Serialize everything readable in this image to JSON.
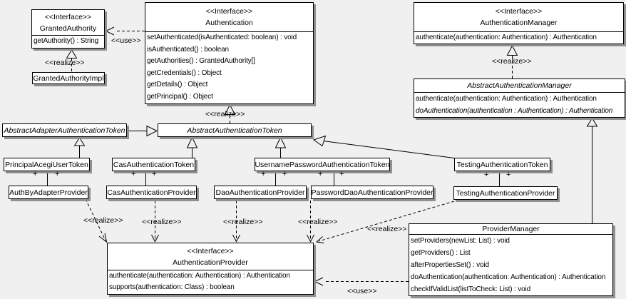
{
  "diagram": {
    "type": "uml-class-diagram",
    "labels": {
      "realize": "&lt;&lt;realize&gt;&gt;",
      "use": "&lt;&lt;use&gt;&gt;",
      "plus": "+"
    },
    "labels_text": {
      "realize": "<<realize>>",
      "use": "<<use>>",
      "plus": "+"
    },
    "colors": {
      "background": "#f0f0f0",
      "box_fill": "#ffffff",
      "line": "#000000",
      "shadow": "#909090"
    },
    "classes": {
      "granted_authority": {
        "stereotype": "<<Interface>>",
        "name": "GrantedAuthority",
        "methods": [
          "getAuthority() : String"
        ]
      },
      "granted_authority_impl": {
        "name": "GrantedAuthorityImpl"
      },
      "authentication": {
        "stereotype": "<<Interface>>",
        "name": "Authentication",
        "methods": [
          "setAuthenticated(isAuthenticated: boolean) : void",
          "isAuthenticated() : boolean",
          "getAuthorities() : GrantedAuthority[]",
          "getCredentials() : Object",
          "getDetails() : Object",
          "getPrincipal() : Object"
        ]
      },
      "authentication_manager": {
        "stereotype": "<<Interface>>",
        "name": "AuthenticationManager",
        "methods": [
          "authenticate(authentication: Authentication) : Authentication"
        ]
      },
      "abstract_authentication_manager": {
        "name": "AbstractAuthenticationManager",
        "abstract": true,
        "methods": [
          "authenticate(authentication: Authentication) : Authentication",
          "doAuthentication(authentication : Authentication) : Authentication"
        ]
      },
      "abstract_adapter_authentication_token": {
        "name": "AbstractAdapterAuthenticationToken",
        "abstract": true
      },
      "abstract_authentication_token": {
        "name": "AbstractAuthenticationToken",
        "abstract": true
      },
      "principal_acegi_user_token": {
        "name": "PrincipalAcegiUserToken"
      },
      "cas_authentication_token": {
        "name": "CasAuthenticationToken"
      },
      "username_password_authentication_token": {
        "name": "UsernamePasswordAuthenticationToken"
      },
      "testing_authentication_token": {
        "name": "TestingAuthenticationToken"
      },
      "auth_by_adapter_provider": {
        "name": "AuthByAdapterProvider"
      },
      "cas_authentication_provider": {
        "name": "CasAuthenticationProvider"
      },
      "dao_authentication_provider": {
        "name": "DaoAuthenticationProvider"
      },
      "password_dao_authentication_provider": {
        "name": "PasswordDaoAuthenticationProvider"
      },
      "testing_authentication_provider": {
        "name": "TestingAuthenticationProvider"
      },
      "authentication_provider": {
        "stereotype": "<<Interface>>",
        "name": "AuthenticationProvider",
        "methods": [
          "authenticate(authentication: Authentication) : Authentication",
          "supports(authentication: Class) : boolean"
        ]
      },
      "provider_manager": {
        "name": "ProviderManager",
        "methods": [
          "setProviders(newList: List) : void",
          "getProviders() : List",
          "afterPropertiesSet() : void",
          "doAuthentication(authentication: Authentication) : Authentication",
          "checkIfValidList(listToCheck: List) : void"
        ]
      }
    }
  }
}
